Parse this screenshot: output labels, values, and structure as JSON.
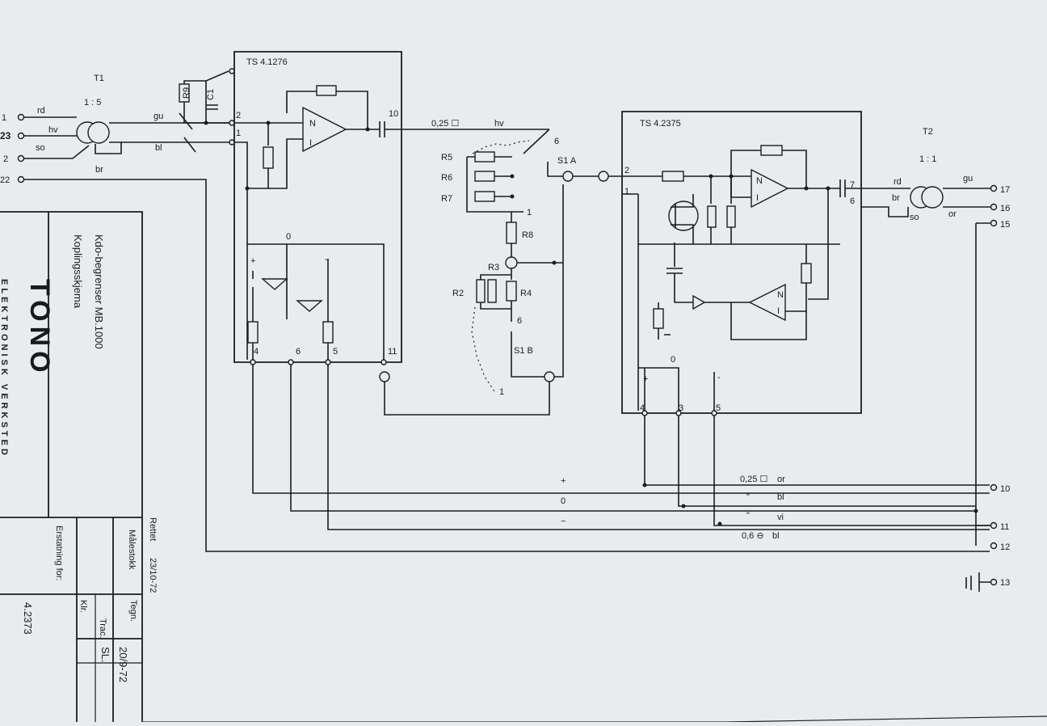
{
  "title_block": {
    "title": "Kdo-begrenser MB.1000",
    "subtitle": "Koplingsskjema",
    "company": "ELEKTRONISK VERKSTED",
    "logo_text": "TONO",
    "drawing_number": "4.2373",
    "replacement_label": "Erstatning for:",
    "scale_label": "Målestokk",
    "revised_label": "Rettet",
    "revised_date": "23/10-72",
    "drawn_label": "Tegn.",
    "traced_label": "Trac.",
    "traced_by": "SL.",
    "traced_date": "20/9-72",
    "checked_label": "Klr."
  },
  "left_terminals": [
    "1",
    "23",
    "2",
    "22"
  ],
  "right_terminals": [
    "17",
    "16",
    "15",
    "10",
    "11",
    "12",
    "13"
  ],
  "transformers": {
    "t1": {
      "name": "T1",
      "ratio": "1 : 5"
    },
    "t2": {
      "name": "T2",
      "ratio": "1 : 1"
    }
  },
  "modules": {
    "m1": {
      "name": "TS  4.1276",
      "pins": [
        "2",
        "1",
        "10",
        "4",
        "6",
        "5",
        "11",
        "0",
        "+",
        "-"
      ]
    },
    "m2": {
      "name": "TS  4.2375",
      "pins": [
        "2",
        "1",
        "7",
        "6",
        "4",
        "3",
        "5",
        "0",
        "+",
        "-"
      ]
    }
  },
  "components": [
    "R9",
    "C1",
    "R5",
    "R6",
    "R7",
    "R8",
    "R3",
    "R2",
    "R4"
  ],
  "switches": {
    "s1a": {
      "name": "S1 A",
      "positions": [
        "6",
        "1"
      ]
    },
    "s1b": {
      "name": "S1 B",
      "positions": [
        "6",
        "1"
      ]
    }
  },
  "opamp_label": {
    "noninv": "N",
    "inv": "I"
  },
  "wire_colors": {
    "rd": "rd",
    "hv": "hv",
    "so": "so",
    "gu": "gu",
    "bl": "bl",
    "br": "br",
    "or": "or",
    "vi": "vi"
  },
  "cables": {
    "c1": "0,25 ☐",
    "c2": "0,25 ☐",
    "c3": "0,6 ⊖",
    "ditto": "\""
  },
  "supply": {
    "plus": "+",
    "zero": "0",
    "minus": "−"
  }
}
